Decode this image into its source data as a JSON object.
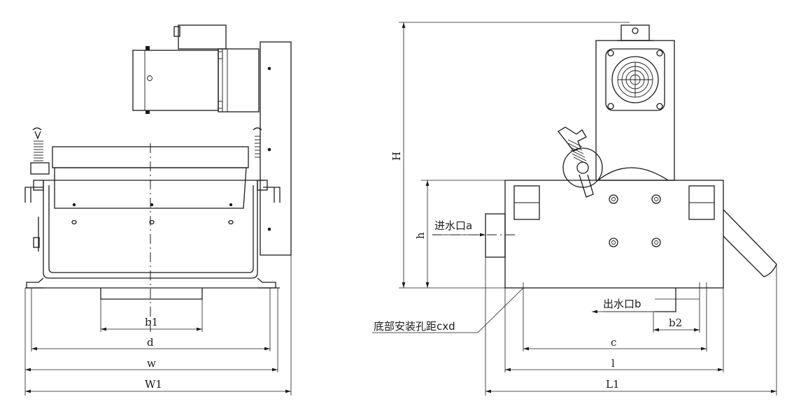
{
  "colors": {
    "line": "#1a1a1a",
    "background": "#ffffff"
  },
  "front_view": {
    "dims": {
      "b1": "b1",
      "d": "d",
      "w": "w",
      "W1": "W1"
    }
  },
  "side_view": {
    "dims": {
      "H": "H",
      "h": "h",
      "c": "c",
      "l": "l",
      "L1": "L1",
      "b2": "b2"
    },
    "callouts": {
      "inlet": "进水口a",
      "outlet": "出水口b",
      "mounting": "底部安装孔距cxd"
    }
  }
}
